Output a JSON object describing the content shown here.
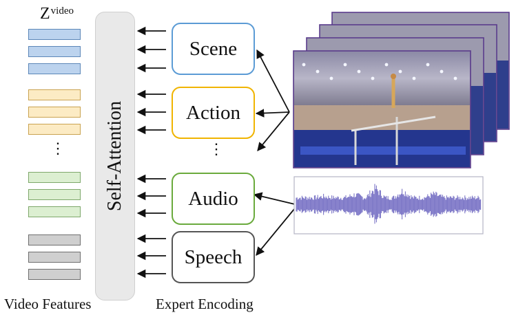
{
  "features": {
    "label_main": "Z",
    "label_sup": "video",
    "caption": "Video Features",
    "groups": [
      {
        "name": "scene",
        "fill": "#bcd3ee",
        "stroke": "#5b86b8",
        "count": 3
      },
      {
        "name": "action",
        "fill": "#fcebc4",
        "stroke": "#c9a24f",
        "count": 3
      },
      {
        "name": "audio",
        "fill": "#dcefd1",
        "stroke": "#7da76a",
        "count": 3
      },
      {
        "name": "speech",
        "fill": "#cfcfcf",
        "stroke": "#6e6e6e",
        "count": 3
      }
    ],
    "ellipsis": "⋮"
  },
  "self_attention": {
    "label": "Self-Attention"
  },
  "experts": {
    "caption": "Expert Encoding",
    "ellipsis": "⋮",
    "items": [
      {
        "label": "Scene",
        "color": "#5b9bd5"
      },
      {
        "label": "Action",
        "color": "#f0b400"
      },
      {
        "label": "Audio",
        "color": "#6aaa3c"
      },
      {
        "label": "Speech",
        "color": "#555555"
      }
    ]
  },
  "media": {
    "frame_border": "#5a3b8c",
    "waveform_color": "#7a74c6"
  }
}
